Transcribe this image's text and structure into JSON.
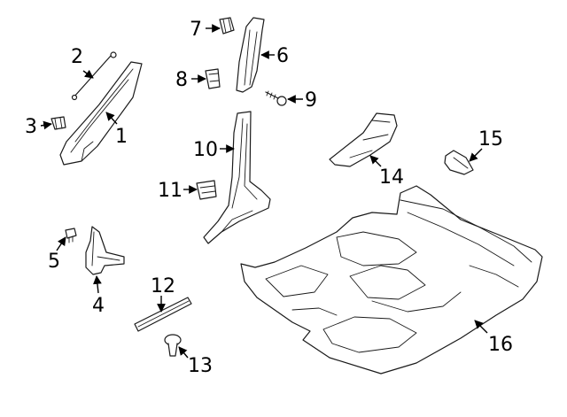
{
  "callouts": [
    {
      "id": "1",
      "label": "1"
    },
    {
      "id": "2",
      "label": "2"
    },
    {
      "id": "3",
      "label": "3"
    },
    {
      "id": "4",
      "label": "4"
    },
    {
      "id": "5",
      "label": "5"
    },
    {
      "id": "6",
      "label": "6"
    },
    {
      "id": "7",
      "label": "7"
    },
    {
      "id": "8",
      "label": "8"
    },
    {
      "id": "9",
      "label": "9"
    },
    {
      "id": "10",
      "label": "10"
    },
    {
      "id": "11",
      "label": "11"
    },
    {
      "id": "12",
      "label": "12"
    },
    {
      "id": "13",
      "label": "13"
    },
    {
      "id": "14",
      "label": "14"
    },
    {
      "id": "15",
      "label": "15"
    },
    {
      "id": "16",
      "label": "16"
    }
  ],
  "colors": {
    "line": "#1a1a1a",
    "background": "#ffffff"
  }
}
